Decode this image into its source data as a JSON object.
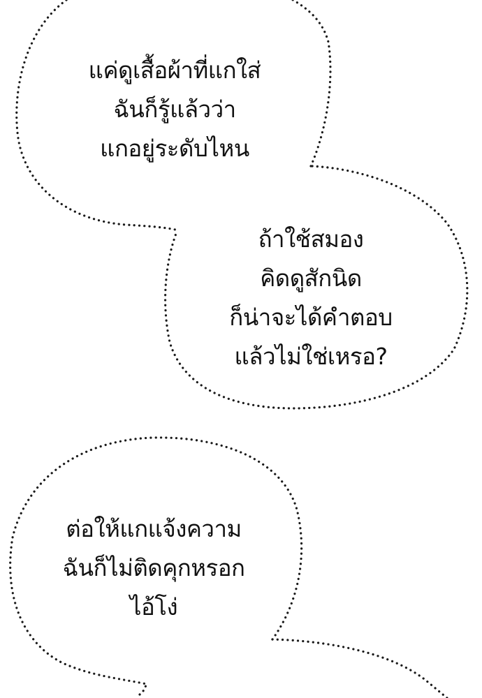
{
  "panel": {
    "background": "#ffffff",
    "bubble_stroke": "#1a1a1a",
    "bubbles": [
      {
        "id": "bubble-1",
        "lines": [
          "แค่ดูเสื้อผ้าที่แกใส่",
          "ฉันก็รู้แล้วว่า",
          "แกอยู่ระดับไหน"
        ]
      },
      {
        "id": "bubble-2",
        "lines": [
          "ถ้าใช้สมอง",
          "คิดดูสักนิด",
          "ก็น่าจะได้คำตอบ",
          "แล้วไม่ใช่เหรอ?"
        ]
      },
      {
        "id": "bubble-3",
        "lines": [
          "ต่อให้แกแจ้งความ",
          "ฉันก็ไม่ติดคุกหรอก",
          "ไอ้โง่"
        ]
      }
    ]
  }
}
